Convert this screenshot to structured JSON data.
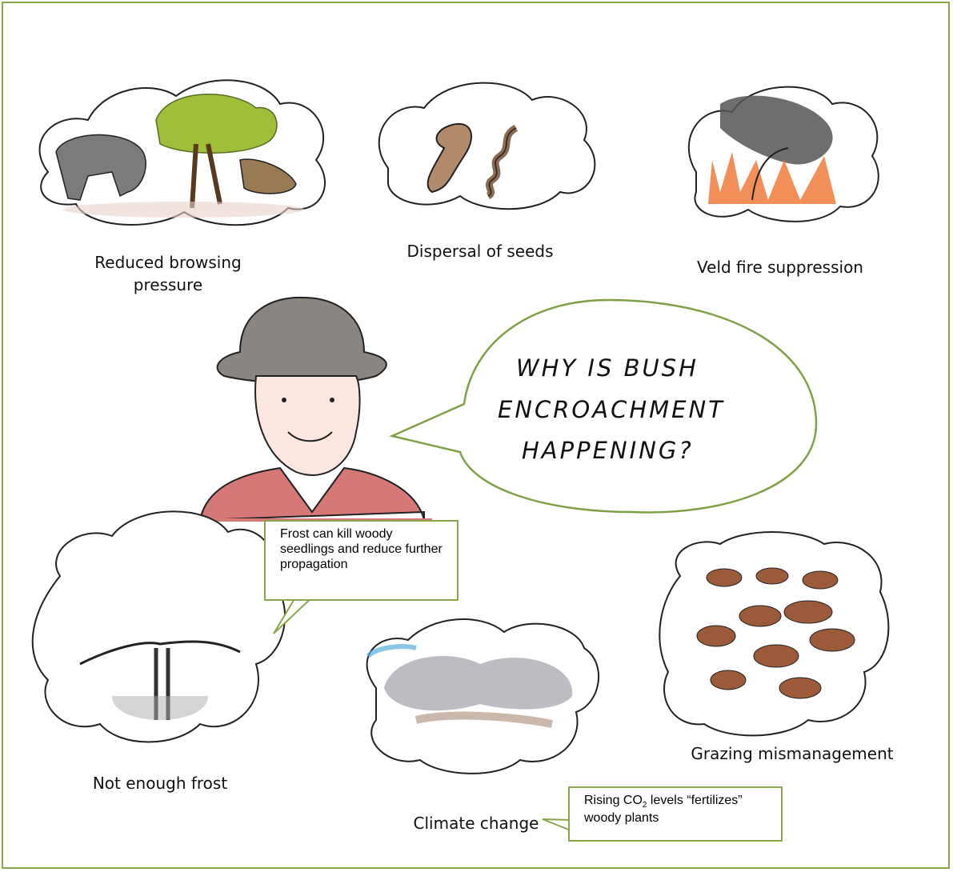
{
  "captions": {
    "browsing": "Reduced browsing pressure",
    "seeds": "Dispersal of seeds",
    "fire": "Veld fire suppression",
    "frost": "Not enough frost",
    "climate": "Climate change",
    "grazing": "Grazing mismanagement"
  },
  "speech": {
    "line1": "WHY IS BUSH",
    "line2": "ENCROACHMENT",
    "line3": "HAPPENING?"
  },
  "notes": {
    "frost": "Frost can kill woody seedlings and reduce further propagation",
    "climate_pre": "Rising CO",
    "climate_sub": "2",
    "climate_post": " levels “fertilizes” woody plants"
  },
  "colors": {
    "frame": "#8aa64a",
    "note_border": "#8aa64a",
    "speech_border": "#8aa64a"
  }
}
